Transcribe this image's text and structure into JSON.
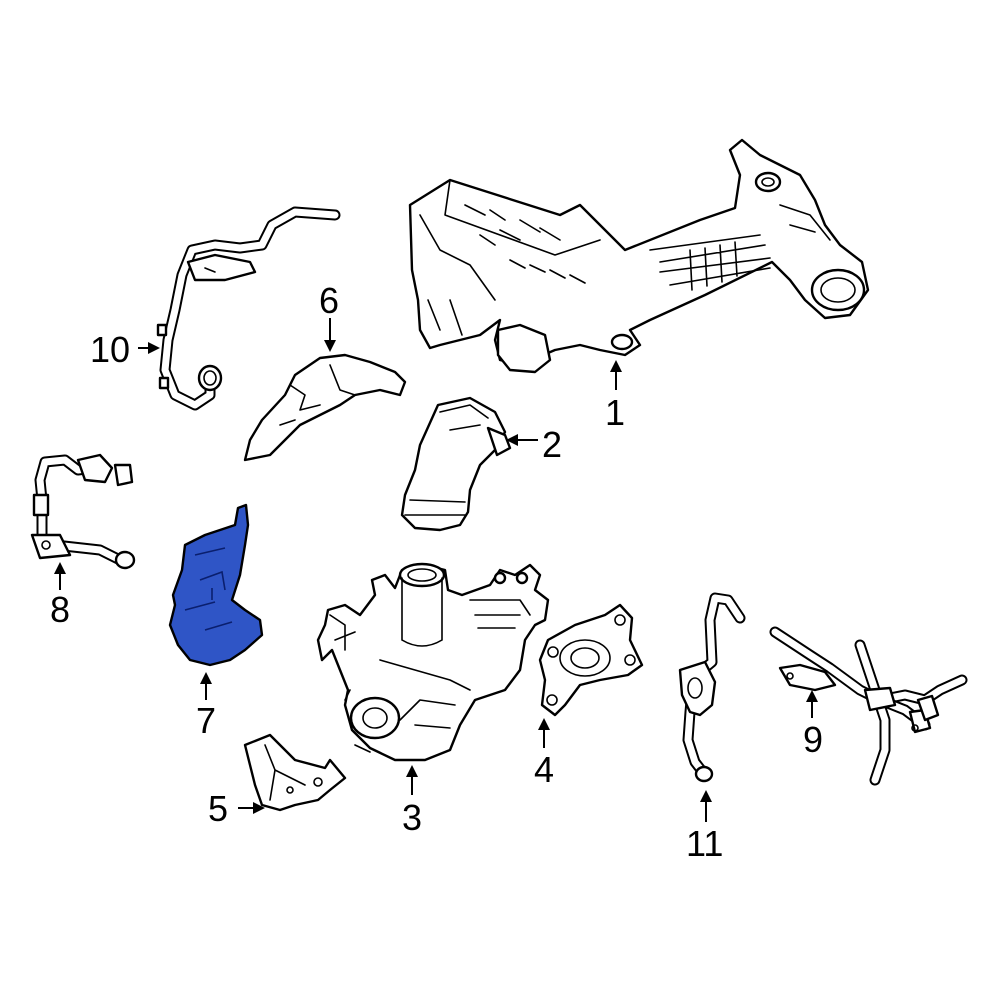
{
  "diagram": {
    "highlight_color": "#2f55c6",
    "line_color": "#000000",
    "background": "#ffffff",
    "callouts": [
      {
        "id": "1",
        "label": "1"
      },
      {
        "id": "2",
        "label": "2"
      },
      {
        "id": "3",
        "label": "3"
      },
      {
        "id": "4",
        "label": "4"
      },
      {
        "id": "5",
        "label": "5"
      },
      {
        "id": "6",
        "label": "6"
      },
      {
        "id": "7",
        "label": "7"
      },
      {
        "id": "8",
        "label": "8"
      },
      {
        "id": "9",
        "label": "9"
      },
      {
        "id": "10",
        "label": "10"
      },
      {
        "id": "11",
        "label": "11"
      }
    ],
    "highlighted_part": "7"
  }
}
